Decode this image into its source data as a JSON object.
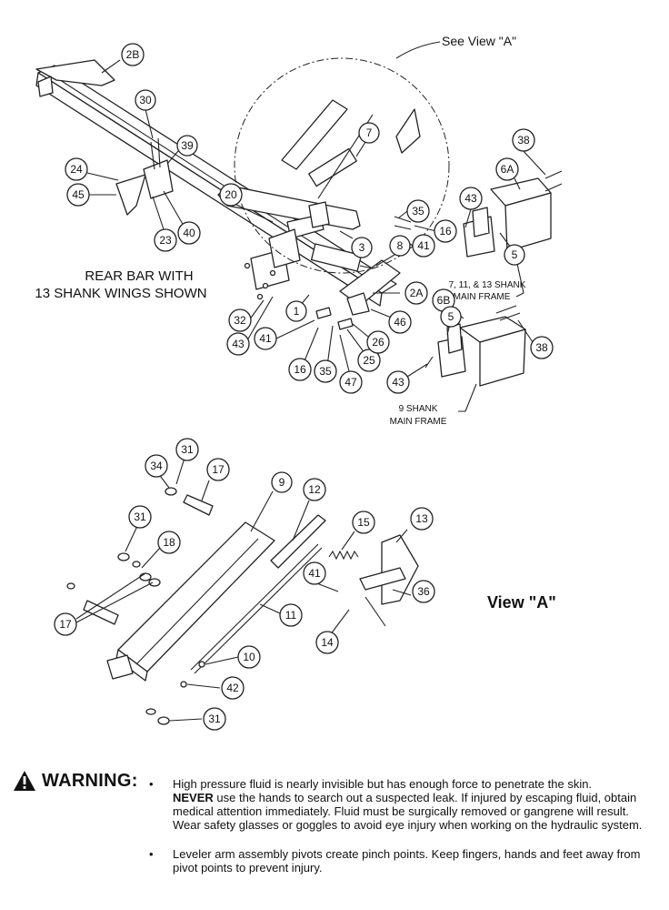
{
  "labels": {
    "see_view": "See View \"A\"",
    "rear_bar_line1": "REAR BAR WITH",
    "rear_bar_line2": "13 SHANK WINGS SHOWN",
    "main_frame_7_line1": "7, 11, & 13 SHANK",
    "main_frame_7_line2": "MAIN FRAME",
    "main_frame_9_line1": "9 SHANK",
    "main_frame_9_line2": "MAIN FRAME",
    "view_a": "View \"A\""
  },
  "callouts_top": [
    "2B",
    "30",
    "39",
    "24",
    "45",
    "23",
    "40",
    "20",
    "7",
    "35",
    "16",
    "41",
    "8",
    "3",
    "38",
    "6A",
    "43",
    "5",
    "2A",
    "6B",
    "1",
    "32",
    "43",
    "41",
    "16",
    "35",
    "47",
    "25",
    "26",
    "46",
    "5",
    "38",
    "43"
  ],
  "callouts_bottom": [
    "31",
    "34",
    "17",
    "9",
    "12",
    "31",
    "18",
    "15",
    "13",
    "17",
    "41",
    "36",
    "11",
    "14",
    "10",
    "42",
    "31"
  ],
  "warning": {
    "title": "WARNING:",
    "bullet": "•",
    "items": [
      {
        "lead": "",
        "text": "High pressure fluid is nearly invisible but has enough force to penetrate the skin."
      },
      {
        "lead": "NEVER",
        "text": " use the hands to search out a suspected leak.  If injured by escaping fluid, obtain medical attention immediately.  Fluid must be surgically removed or gangrene will result.  Wear safety glasses or goggles to avoid eye injury when working on the hydraulic system."
      },
      {
        "lead": "",
        "text": "Leveler arm assembly pivots create pinch points.  Keep fingers, hands and feet away from pivot points to prevent injury."
      }
    ]
  }
}
